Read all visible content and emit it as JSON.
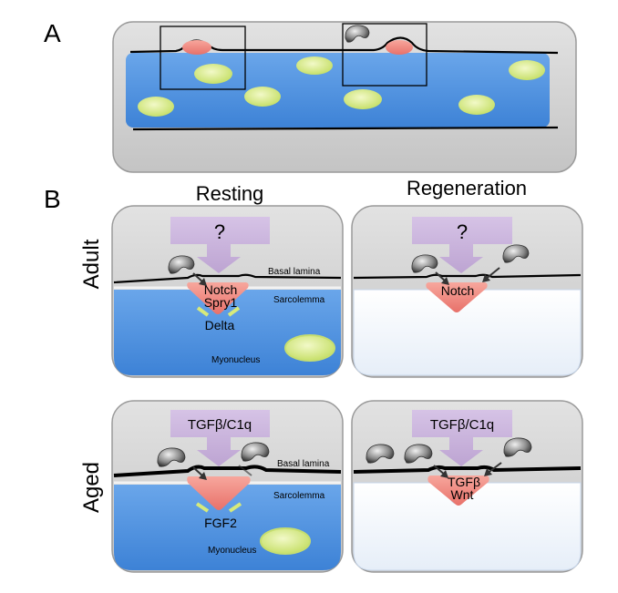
{
  "panel_a": {
    "letter": "A"
  },
  "panel_b": {
    "letter": "B",
    "columns": {
      "resting": "Resting",
      "regeneration": "Regeneration"
    },
    "rows": {
      "adult": "Adult",
      "aged": "Aged"
    },
    "adult_resting": {
      "signal": "?",
      "basal_lamina": "Basal lamina",
      "sarcolemma": "Sarcolemma",
      "notch": "Notch",
      "spry1": "Spry1",
      "delta": "Delta",
      "myonucleus": "Myonucleus"
    },
    "adult_regeneration": {
      "signal": "?",
      "notch": "Notch"
    },
    "aged_resting": {
      "signal": "TGFβ/C1q",
      "basal_lamina": "Basal lamina",
      "sarcolemma": "Sarcolemma",
      "fgf2": "FGF2",
      "myonucleus": "Myonucleus"
    },
    "aged_regeneration": {
      "signal": "TGFβ/C1q",
      "tgfb": "TGFβ",
      "wnt": "Wnt"
    }
  },
  "colors": {
    "panel_gray": "#cfcfcf",
    "fiber_blue": "#4a8ee0",
    "fiber_pale": "#eef4fb",
    "satellite_cell": "#f08a80",
    "myonucleus": "#d8ec8a",
    "signal_box": "#c9b3db"
  }
}
